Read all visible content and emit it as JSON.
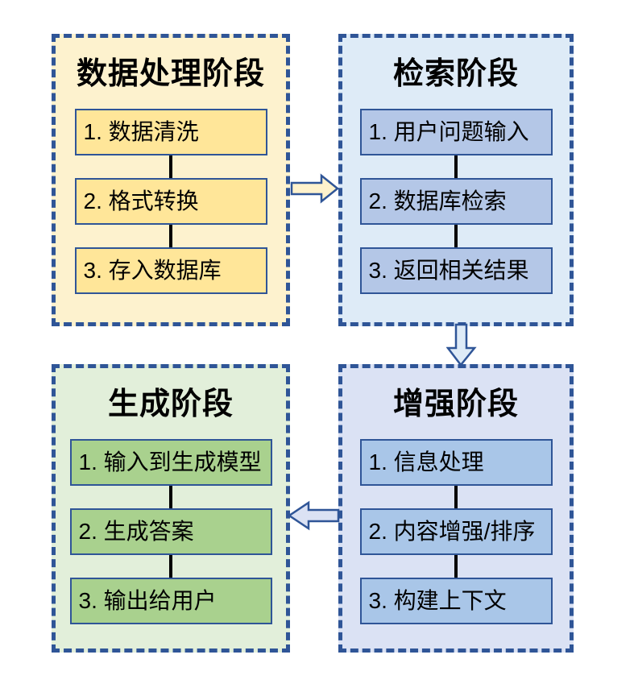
{
  "colors": {
    "panel_border": "#2F5597",
    "box_border": "#2F5597",
    "connector": "#000000",
    "text": "#000000",
    "page_background": "#FFFFFF"
  },
  "panels": [
    {
      "id": "data-processing",
      "title": "数据处理阶段",
      "bg": "#FDF2CE",
      "box_bg": "#FFE699",
      "steps": [
        "1. 数据清洗",
        "2. 格式转换",
        "3. 存入数据库"
      ]
    },
    {
      "id": "retrieval",
      "title": "检索阶段",
      "bg": "#DEEBF7",
      "box_bg": "#B4C7E7",
      "steps": [
        "1. 用户问题输入",
        "2. 数据库检索",
        "3. 返回相关结果"
      ]
    },
    {
      "id": "generation",
      "title": "生成阶段",
      "bg": "#E2EFDA",
      "box_bg": "#A9D18E",
      "steps": [
        "1. 输入到生成模型",
        "2. 生成答案",
        "3. 输出给用户"
      ]
    },
    {
      "id": "augmentation",
      "title": "增强阶段",
      "bg": "#DBE2F4",
      "box_bg": "#A9C6E8",
      "steps": [
        "1. 信息处理",
        "2. 内容增强/排序",
        "3. 构建上下文"
      ]
    }
  ],
  "arrows": [
    {
      "name": "data-processing-to-retrieval",
      "direction": "right",
      "fill": "#FFF2CC",
      "stroke": "#2F5597"
    },
    {
      "name": "retrieval-to-augmentation",
      "direction": "down",
      "fill": "#DEEBF7",
      "stroke": "#2F5597"
    },
    {
      "name": "augmentation-to-generation",
      "direction": "left",
      "fill": "#DBE2F4",
      "stroke": "#2F5597"
    }
  ]
}
